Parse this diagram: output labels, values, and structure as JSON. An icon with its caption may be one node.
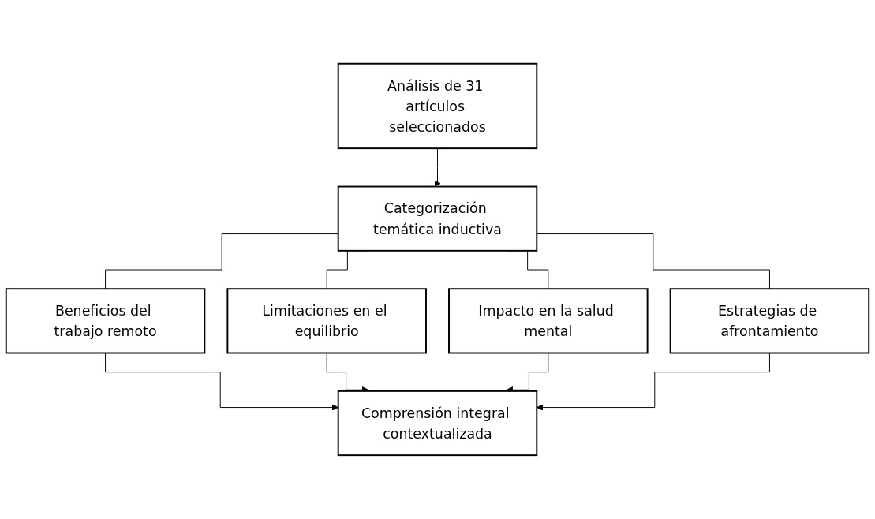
{
  "diagram": {
    "nodes": [
      {
        "text": [
          "Análisis de 31 artículos seleccionados"
        ]
      },
      {
        "text": [
          "Categorización temática inductiva"
        ]
      },
      {
        "text": [
          "Beneficios del trabajo remoto"
        ]
      },
      {
        "text": [
          "Limitaciones en el equilibrio"
        ]
      },
      {
        "text": [
          "Impacto en la salud mental"
        ]
      },
      {
        "text": [
          "Estrategias de afrontamiento"
        ]
      },
      {
        "text": [
          "Comprensión integral contextualizada"
        ]
      }
    ],
    "edges": [
      {
        "from": 0,
        "to": 1,
        "arrow": "to"
      },
      {
        "from": 1,
        "to": 2,
        "arrow": "none"
      },
      {
        "from": 1,
        "to": 3,
        "arrow": "none"
      },
      {
        "from": 1,
        "to": 4,
        "arrow": "none"
      },
      {
        "from": 1,
        "to": 5,
        "arrow": "none"
      },
      {
        "from": 2,
        "to": 6,
        "arrow": "to"
      },
      {
        "from": 3,
        "to": 6,
        "arrow": "to"
      },
      {
        "from": 4,
        "to": 6,
        "arrow": "to"
      },
      {
        "from": 5,
        "to": 6,
        "arrow": "to"
      }
    ]
  }
}
